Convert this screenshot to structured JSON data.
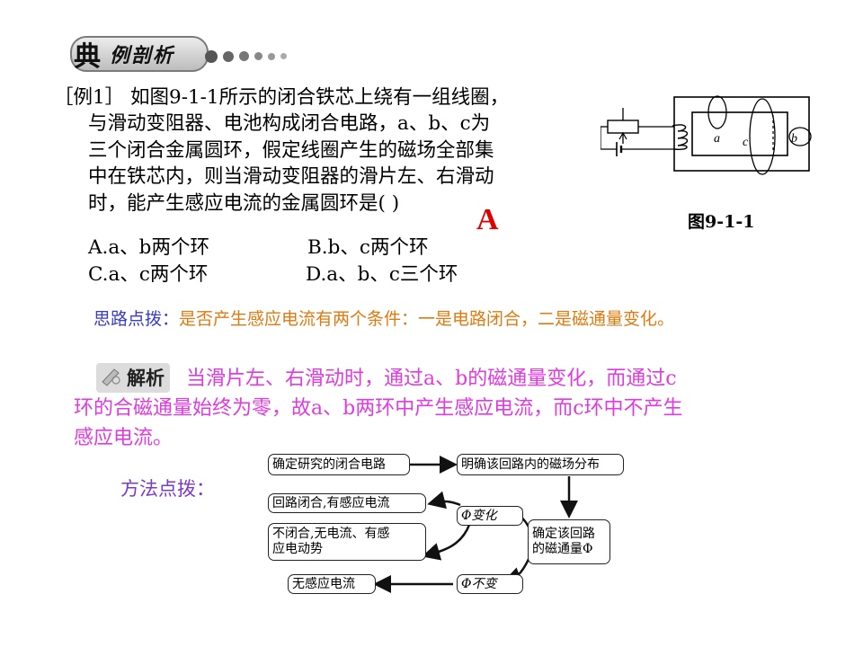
{
  "header": {
    "char1": "典",
    "title": "例剖析"
  },
  "question": {
    "lines": [
      "［例1］ 如图9-1-1所示的闭合铁芯上绕有一组线圈，",
      "与滑动变阻器、电池构成闭合电路，a、b、c为",
      "三个闭合金属圆环，假定线圈产生的磁场全部集",
      "中在铁芯内，则当滑动变阻器的滑片左、右滑动",
      "时，能产生感应电流的金属圆环是(          )"
    ],
    "answer": "A",
    "options": {
      "a": "A.a、b两个环",
      "b": "B.b、c两个环",
      "c": "C.a、c两个环",
      "d": "D.a、b、c三个环"
    }
  },
  "figure": {
    "caption": "图9-1-1",
    "labels": {
      "a": "a",
      "b": "b",
      "c": "c"
    }
  },
  "hint": {
    "label": "思路点拨：",
    "text": "是否产生感应电流有两个条件：一是电路闭合，二是磁通量变化。"
  },
  "analysis": {
    "tag": "解析",
    "line1": "当滑片左、右滑动时，通过a、b的磁通量变化，而通过c",
    "line2": "环的合磁通量始终为零，故a、b两环中产生感应电流，而c环中不产生",
    "line3": "感应电流。"
  },
  "method": {
    "label": "方法点拨：",
    "boxes": {
      "determine_circuit": "确定研究的闭合电路",
      "field_distribution": "明确该回路内的磁场分布",
      "determine_flux_1": "确定该回路",
      "determine_flux_2": "的磁通量Φ",
      "flux_change": "Φ变化",
      "flux_same": "Φ不变",
      "closed": "回路闭合,有感应电流",
      "not_closed_1": "不闭合,无电流、有感",
      "not_closed_2": "应电动势",
      "no_current": "无感应电流"
    }
  },
  "colors": {
    "answer": "#e00000",
    "hint_label": "#3a3ad0",
    "hint_text": "#e07a10",
    "analysis": "#e03ae0",
    "method": "#7a3ad0"
  }
}
